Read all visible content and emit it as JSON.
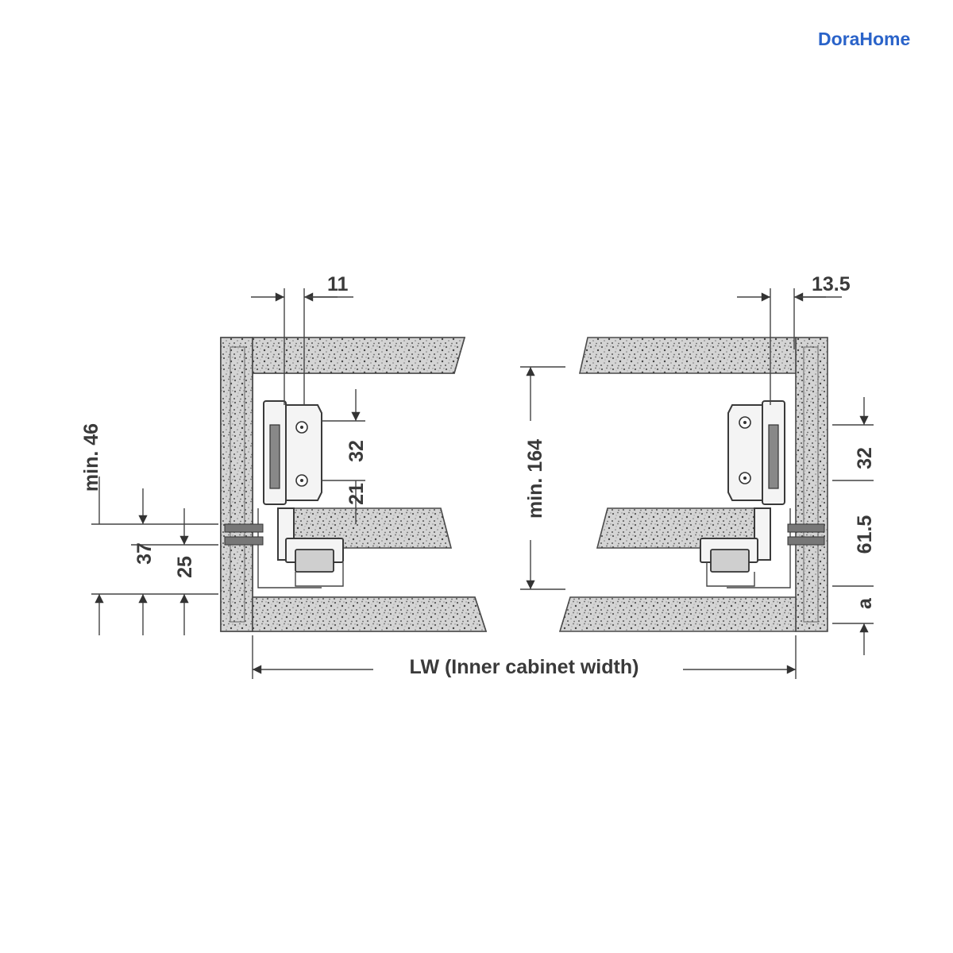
{
  "brand": {
    "logo_text": "DoraHome",
    "color": "#2a63c9"
  },
  "dimensions": {
    "d11": "11",
    "d13_5": "13.5",
    "d32_left": "32",
    "d21": "21",
    "min46": "min. 46",
    "d37": "37",
    "d25": "25",
    "min164": "min. 164",
    "d32_right": "32",
    "d61_5": "61.5",
    "a": "a",
    "lw": "LW (Inner cabinet width)"
  },
  "colors": {
    "line": "#444444",
    "board_fill": "#d9d9d9",
    "speckle": "#555555"
  }
}
